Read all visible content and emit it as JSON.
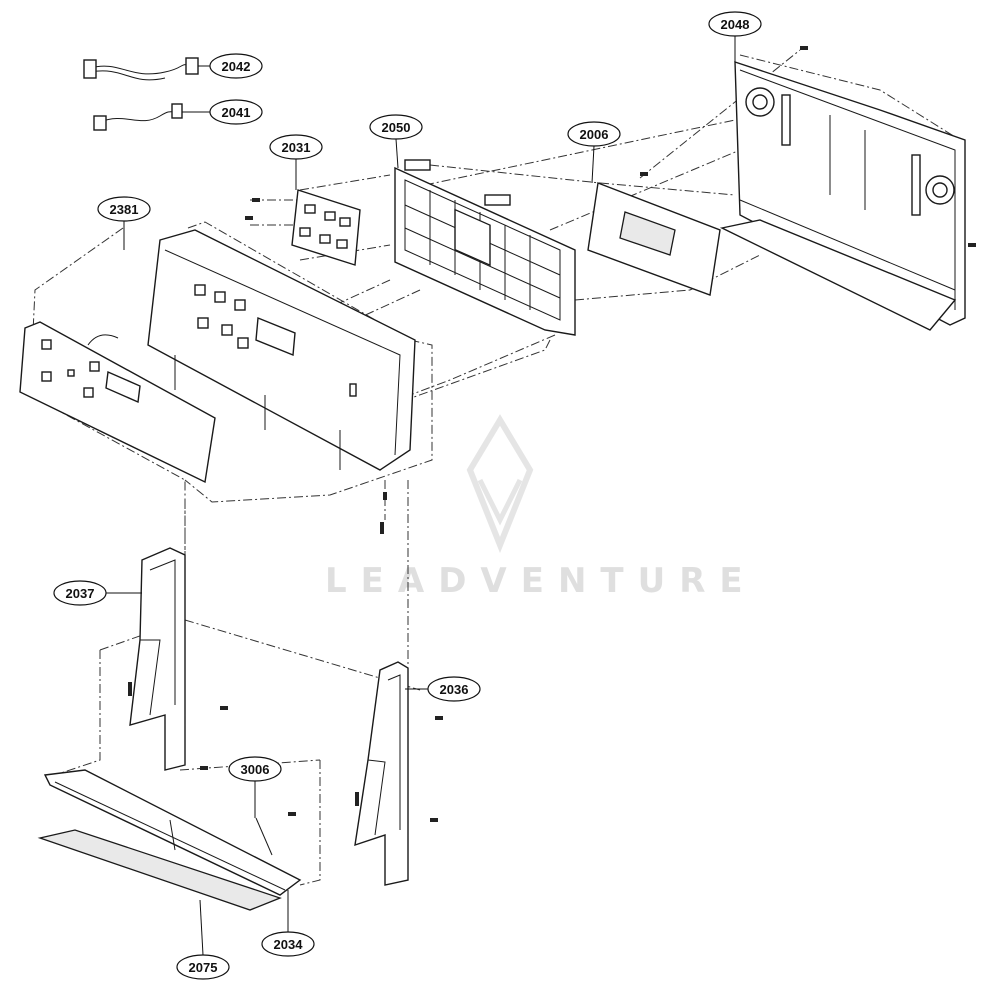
{
  "watermark": {
    "text": "LEADVENTURE"
  },
  "callouts": [
    {
      "id": "c2042",
      "label": "2042"
    },
    {
      "id": "c2041",
      "label": "2041"
    },
    {
      "id": "c2031",
      "label": "2031"
    },
    {
      "id": "c2050",
      "label": "2050"
    },
    {
      "id": "c2006",
      "label": "2006"
    },
    {
      "id": "c2048",
      "label": "2048"
    },
    {
      "id": "c2381",
      "label": "2381"
    },
    {
      "id": "c2037",
      "label": "2037"
    },
    {
      "id": "c2036",
      "label": "2036"
    },
    {
      "id": "c3006",
      "label": "3006"
    },
    {
      "id": "c2034",
      "label": "2034"
    },
    {
      "id": "c2075",
      "label": "2075"
    }
  ]
}
